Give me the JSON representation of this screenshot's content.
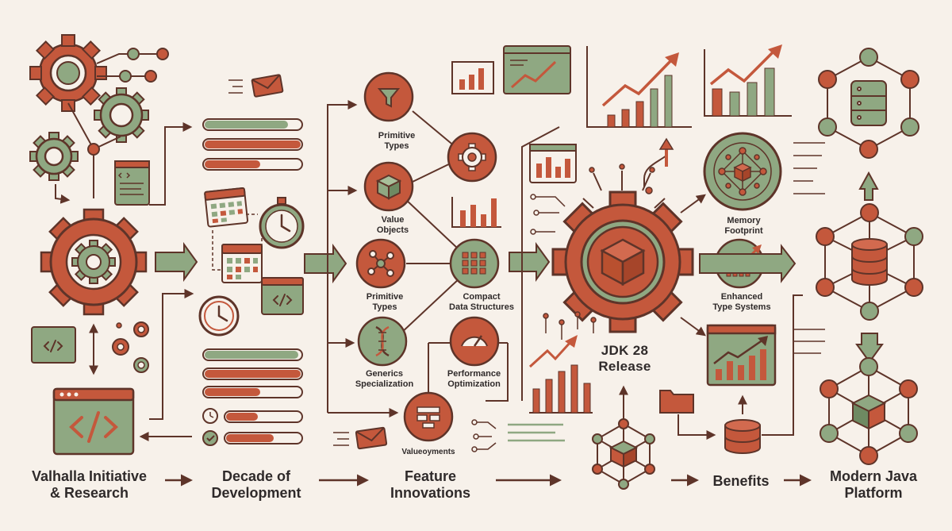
{
  "colors": {
    "background": "#f7f1ea",
    "terracotta": "#c4583c",
    "sage": "#8fa882",
    "brown": "#5e3429",
    "text": "#2f2a2a"
  },
  "stages": [
    {
      "line1": "Valhalla Initiative",
      "line2": "& Research"
    },
    {
      "line1": "Decade of",
      "line2": "Development"
    },
    {
      "line1": "Feature",
      "line2": "Innovations"
    },
    {
      "line1": "Benefits",
      "line2": ""
    },
    {
      "line1": "Modern Java",
      "line2": "Platform"
    }
  ],
  "features": {
    "primitive_types_1": {
      "line1": "Primitive",
      "line2": "Types",
      "icon": "funnel-icon"
    },
    "value_objects": {
      "line1": "Value",
      "line2": "Objects",
      "icon": "cube-icon"
    },
    "primitive_types_2": {
      "line1": "Primitive",
      "line2": "Types",
      "icon": "network-icon"
    },
    "compact_data": {
      "line1": "Compact",
      "line2": "Data Structures",
      "icon": "grid-icon"
    },
    "generics": {
      "line1": "Generics",
      "line2": "Specialization",
      "icon": "dna-icon"
    },
    "performance": {
      "line1": "Performance",
      "line2": "Optimization",
      "icon": "gauge-icon"
    },
    "valueoyments": {
      "line1": "Valueoyments",
      "icon": "flowchart-icon"
    }
  },
  "release": {
    "line1": "JDK 28",
    "line2": "Release"
  },
  "benefits": {
    "memory": {
      "line1": "Memory",
      "line2": "Footprint"
    },
    "type_systems": {
      "line1": "Enhanced",
      "line2": "Type Systems"
    }
  }
}
